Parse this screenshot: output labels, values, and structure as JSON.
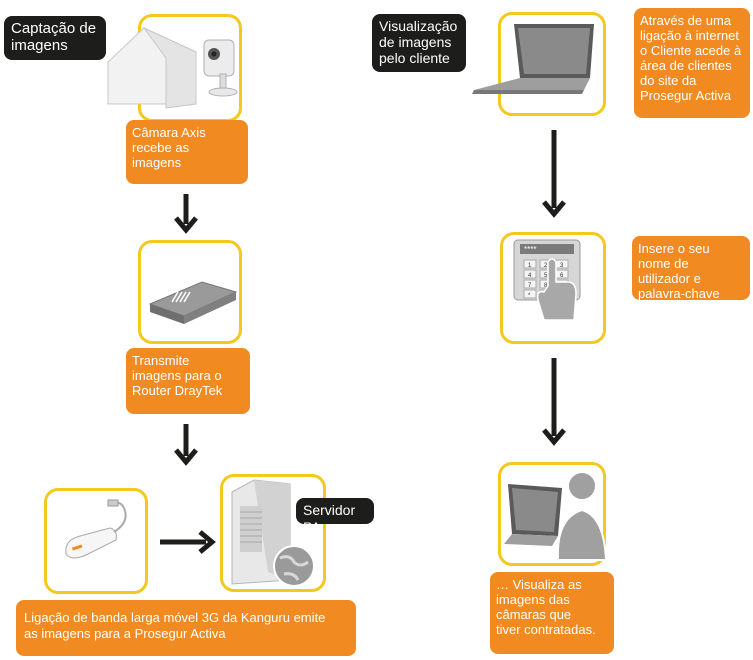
{
  "left": {
    "capture_label": "Captação de\nimagens",
    "camera_note": "Câmara Axis\nrecebe as\nimagens",
    "router_note": "Transmite\nimagens para o\nRouter DrayTek",
    "server_label": "Servidor PA",
    "modem_note": "Ligação de banda larga móvel 3G da Kanguru emite\nas imagens para a Prosegur Activa"
  },
  "right": {
    "client_label": "Visualização\nde imagens\npelo cliente",
    "internet_note": "Através de uma\nligação à internet\no Cliente acede à\nárea de clientes\ndo site da\nProsegur Activa",
    "login_note": "Insere o seu\nnome de\nutilizador e\npalavra-chave",
    "view_note": "… Visualiza as\nimagens das\ncâmaras que\ntiver contratadas."
  },
  "keypad": {
    "password_mask": "****",
    "keys": [
      "1",
      "2",
      "3",
      "4",
      "5",
      "6",
      "7",
      "8",
      "9",
      "*",
      "0",
      "#"
    ]
  },
  "colors": {
    "frame": "#f4c81c",
    "note": "#f08a21",
    "dark": "#1d1d1b",
    "arrow": "#1d1d1b"
  }
}
